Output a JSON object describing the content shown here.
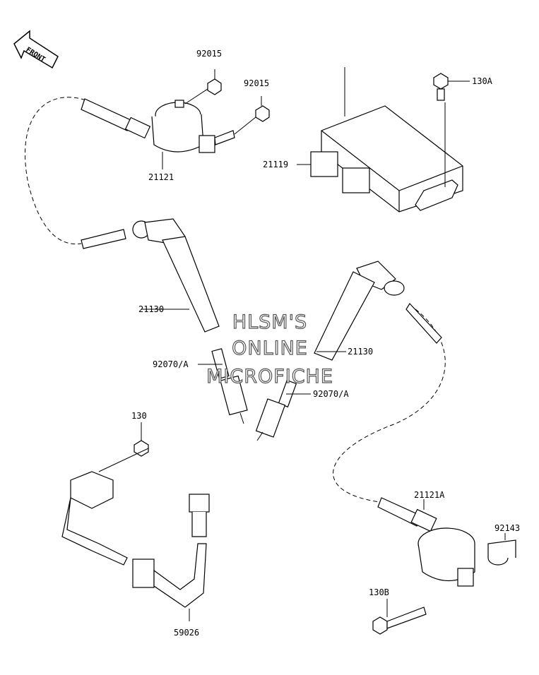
{
  "front_arrow": "FRONT",
  "watermark": [
    "HLSM'S",
    "ONLINE",
    "MICROFICHE"
  ],
  "labels": {
    "p92015a": "92015",
    "p92015b": "92015",
    "p130A": "130A",
    "p21121": "21121",
    "p21119": "21119",
    "p21130a": "21130",
    "p21130b": "21130",
    "p92070a": "92070/A",
    "p92070b": "92070/A",
    "p130": "130",
    "p21121A": "21121A",
    "p92143": "92143",
    "p130B": "130B",
    "p59026": "59026"
  }
}
